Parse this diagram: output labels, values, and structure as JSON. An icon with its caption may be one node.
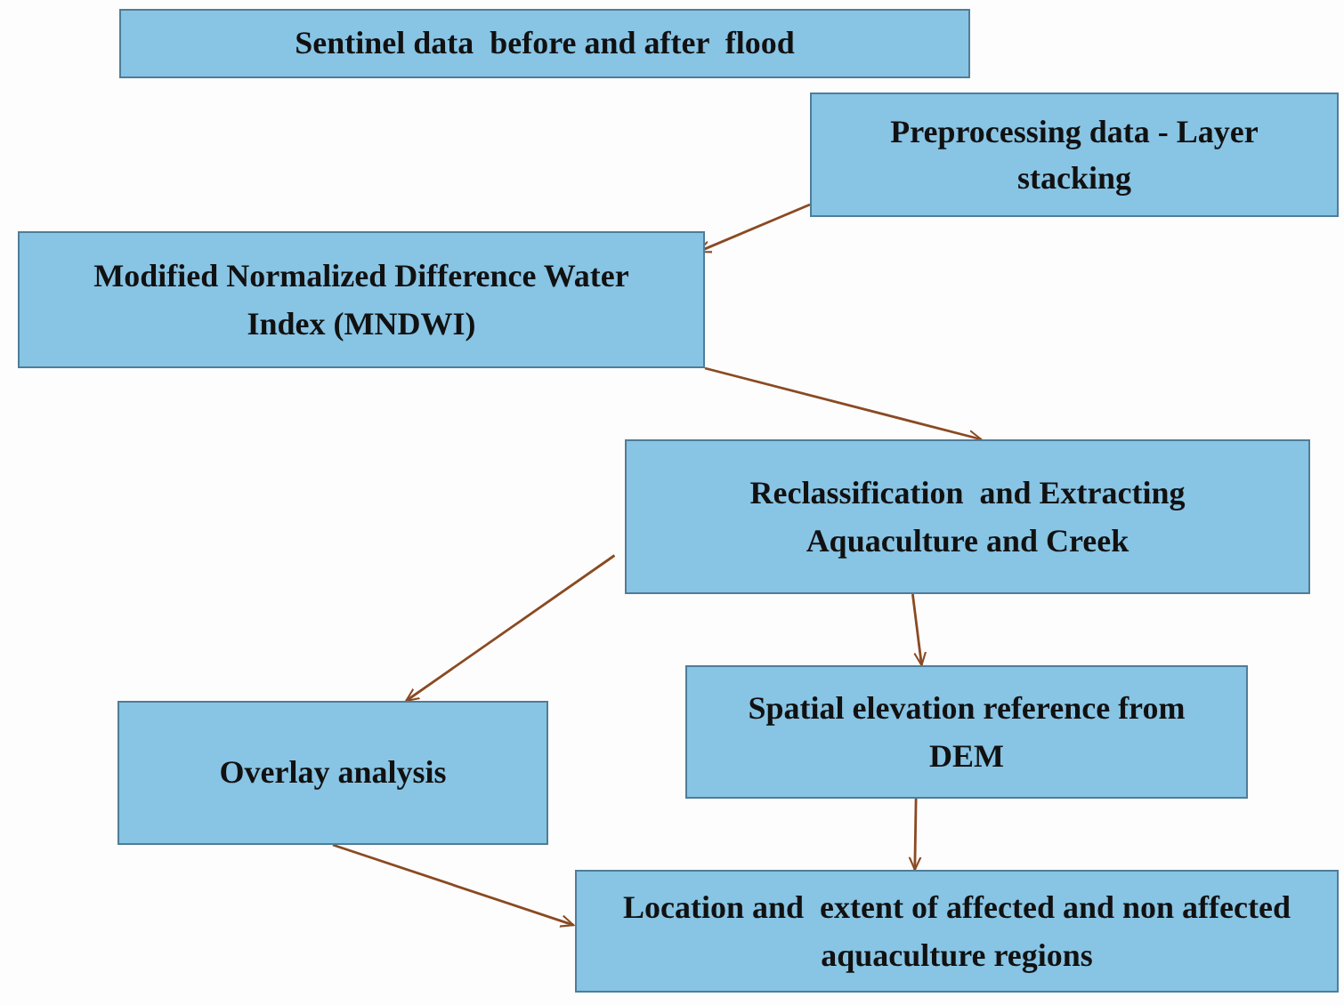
{
  "diagram": {
    "nodes": [
      {
        "text": [
          "Sentinel data  before and after  flood"
        ]
      },
      {
        "text": [
          "Preprocessing data - Layer stacking"
        ]
      },
      {
        "text": [
          "Modified Normalized Difference Water Index (MNDWI)"
        ]
      },
      {
        "text": [
          "Reclassification  and Extracting Aquaculture and Creek"
        ]
      },
      {
        "text": [
          "Overlay analysis"
        ]
      },
      {
        "text": [
          "Spatial elevation reference from DEM"
        ]
      },
      {
        "text": [
          "Location and  extent of affected and non affected aquaculture regions"
        ]
      }
    ],
    "edges": [
      {
        "from": 1,
        "to": 2,
        "arrow": "to"
      },
      {
        "from": 2,
        "to": 3,
        "arrow": "to"
      },
      {
        "from": 3,
        "to": 4,
        "arrow": "to"
      },
      {
        "from": 3,
        "to": 5,
        "arrow": "to"
      },
      {
        "from": 4,
        "to": 6,
        "arrow": "to"
      },
      {
        "from": 5,
        "to": 6,
        "arrow": "to"
      }
    ]
  }
}
